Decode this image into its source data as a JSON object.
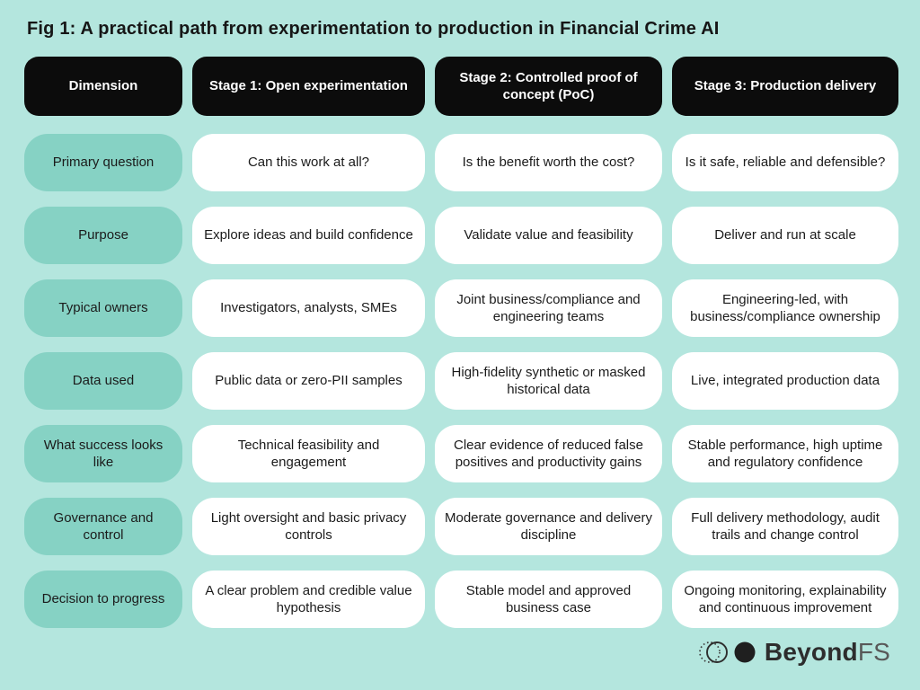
{
  "title": "Fig 1: A practical path from experimentation to production in Financial Crime AI",
  "colors": {
    "background": "#b4e6de",
    "header_bg": "#0c0c0c",
    "header_text": "#ffffff",
    "label_bg": "#86d2c4",
    "cell_bg": "#ffffff",
    "body_text": "#1b1b1b",
    "title_text": "#161616",
    "logo_dark": "#2d2d2d",
    "logo_light": "#585858"
  },
  "table": {
    "columns": [
      "Dimension",
      "Stage 1: Open experimentation",
      "Stage 2: Controlled proof of concept (PoC)",
      "Stage 3: Production delivery"
    ],
    "rows": [
      {
        "label": "Primary question",
        "cells": [
          "Can this work at all?",
          "Is the benefit worth the cost?",
          "Is it safe, reliable and defensible?"
        ]
      },
      {
        "label": "Purpose",
        "cells": [
          "Explore ideas and build confidence",
          "Validate value and feasibility",
          "Deliver and run at scale"
        ]
      },
      {
        "label": "Typical owners",
        "cells": [
          "Investigators, analysts, SMEs",
          "Joint business/compliance and engineering teams",
          "Engineering-led, with business/compliance ownership"
        ]
      },
      {
        "label": "Data used",
        "cells": [
          "Public data or zero-PII samples",
          "High-fidelity synthetic or masked historical data",
          "Live, integrated production data"
        ]
      },
      {
        "label": "What success looks like",
        "cells": [
          "Technical feasibility and engagement",
          "Clear evidence of reduced false positives and productivity gains",
          "Stable performance, high uptime and regulatory confidence"
        ]
      },
      {
        "label": "Governance and control",
        "cells": [
          "Light oversight and basic privacy controls",
          "Moderate governance and delivery discipline",
          "Full delivery methodology, audit trails and change control"
        ]
      },
      {
        "label": "Decision to progress",
        "cells": [
          "A clear problem and credible value hypothesis",
          "Stable model and approved business case",
          "Ongoing monitoring, explainability and continuous improvement"
        ]
      }
    ]
  },
  "footer": {
    "logo_text_bold": "Beyond",
    "logo_text_light": "FS"
  }
}
